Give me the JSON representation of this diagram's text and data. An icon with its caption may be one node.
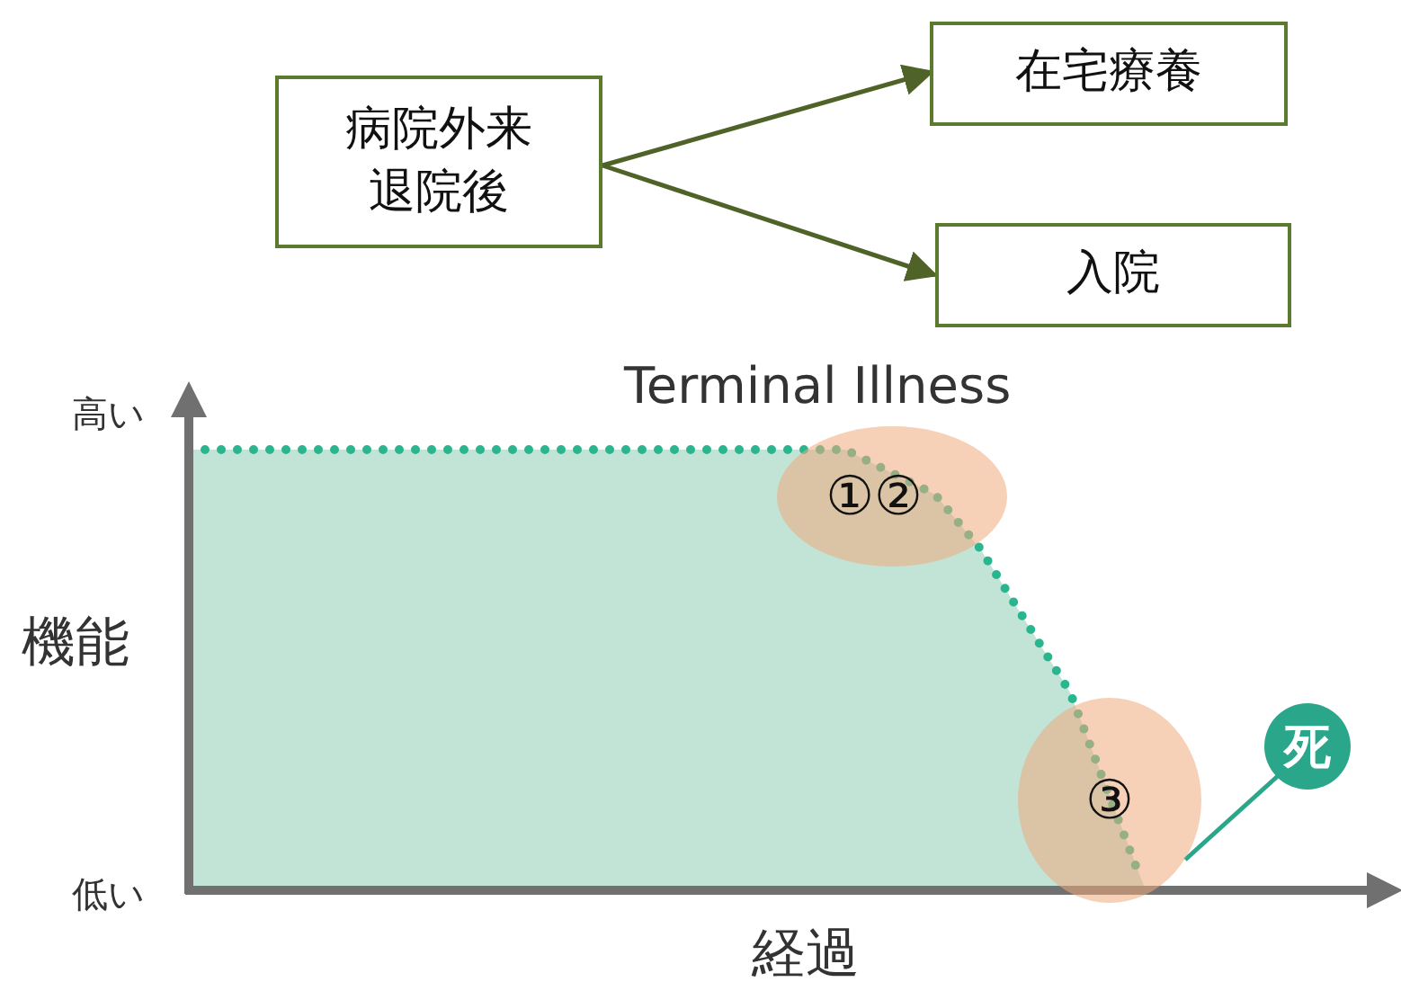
{
  "diagram": {
    "nodes": [
      {
        "text": [
          "病院外来",
          "退院後"
        ]
      },
      {
        "text": [
          "在宅療養"
        ]
      },
      {
        "text": [
          "入院"
        ]
      },
      {
        "text": [
          "死"
        ]
      },
      {
        "text": [
          "①②"
        ]
      },
      {
        "text": [
          "③"
        ]
      }
    ],
    "edges": [
      {
        "from": 0,
        "to": 1,
        "arrow": "to"
      },
      {
        "from": 0,
        "to": 2,
        "arrow": "to"
      },
      {
        "from": 3,
        "to": 5,
        "arrow": "none",
        "color": "#2aa68a"
      }
    ],
    "labels": [
      "Terminal Illness",
      "高い",
      "機能",
      "低い",
      "経過"
    ]
  }
}
